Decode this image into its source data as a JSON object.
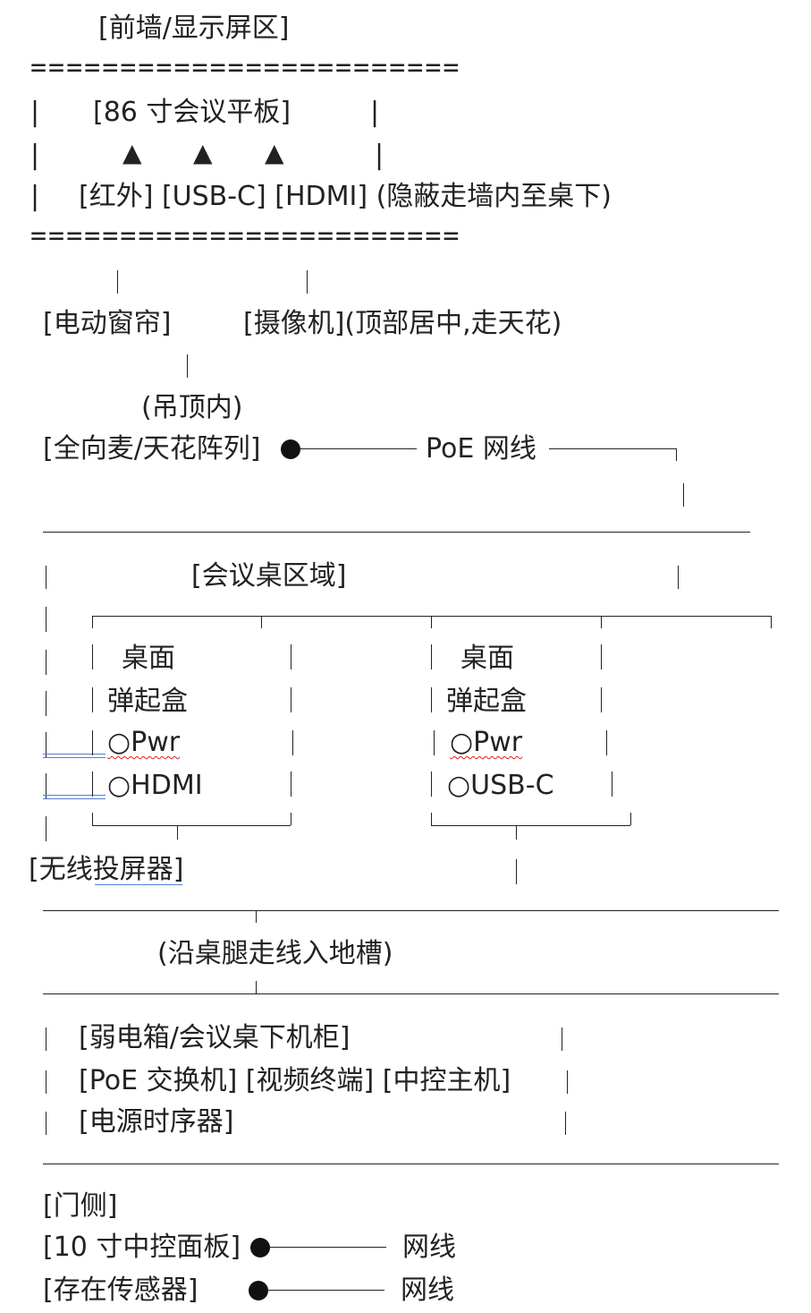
{
  "front": {
    "title": "[前墙/显示屏区]",
    "separator": "========================",
    "panel": "[86 寸会议平板]",
    "ports": "[红外] [USB-C] [HDMI] (隐蔽走墙内至桌下)"
  },
  "ceiling": {
    "curtain": "[电动窗帘]",
    "camera": "[摄像机](顶部居中,走天花)",
    "in_ceiling": "(吊顶内)",
    "mic": "[全向麦/天花阵列]",
    "poe_label": "PoE 网线"
  },
  "table": {
    "title": "[会议桌区域]",
    "box1": {
      "line1": "桌面",
      "line2": "弹起盒",
      "port1": "○Pwr",
      "port2": "○HDMI"
    },
    "box2": {
      "line1": "桌面",
      "line2": "弹起盒",
      "port1": "○Pwr",
      "port2": "○USB-C"
    },
    "wireless": "[无线投屏器]"
  },
  "cabling": {
    "label": "(沿桌腿走线入地槽)"
  },
  "cabinet": {
    "line1": "[弱电箱/会议桌下机柜]",
    "line2": "[PoE 交换机] [视频终端] [中控主机]",
    "line3": "[电源时序器]"
  },
  "door": {
    "title": "[门侧]",
    "panel": "[10 寸中控面板]",
    "panel_cable": "网线",
    "sensor": "[存在传感器]",
    "sensor_cable": "网线"
  }
}
